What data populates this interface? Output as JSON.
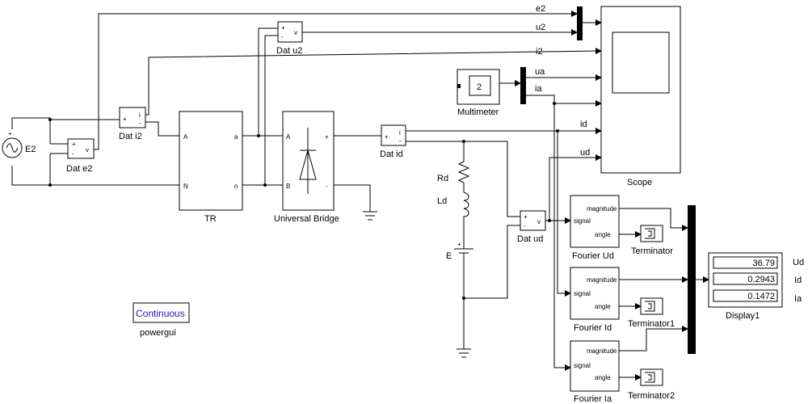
{
  "blocks": {
    "source": {
      "label": "E2"
    },
    "dat_e2": {
      "label": "Dat e2",
      "in_plus": "+",
      "in_minus": "-",
      "out": "v"
    },
    "dat_i2": {
      "label": "Dat i2",
      "in_plus": "+",
      "out_i": "i",
      "out_minus": "-"
    },
    "dat_u2": {
      "label": "Dat u2",
      "in_plus": "+",
      "in_minus": "-",
      "out": "v"
    },
    "transformer": {
      "label": "TR",
      "port_a_in": "A",
      "port_n_in": "N",
      "port_a_out": "a",
      "port_n_out": "n"
    },
    "bridge": {
      "label": "Universal Bridge",
      "port_a": "A",
      "port_b": "B",
      "port_plus": "+",
      "port_minus": "-"
    },
    "dat_id": {
      "label": "Dat id",
      "in_plus": "+",
      "out_i": "i",
      "out_minus": "-"
    },
    "dat_ud": {
      "label": "Dat ud",
      "in_plus": "+",
      "in_minus": "-",
      "out": "v"
    },
    "resistor": {
      "label": "Rd"
    },
    "inductor": {
      "label": "Ld"
    },
    "battery": {
      "label": "E",
      "plus": "+"
    },
    "multimeter": {
      "label": "Multimeter",
      "value": "2"
    },
    "scope": {
      "label": "Scope"
    },
    "powergui": {
      "mode": "Continuous",
      "label": "powergui"
    },
    "fourier_ud": {
      "label": "Fourier Ud",
      "port_magnitude": "magnitude",
      "port_signal": "signal",
      "port_angle": "angle"
    },
    "fourier_id": {
      "label": "Fourier Id",
      "port_magnitude": "magnitude",
      "port_signal": "signal",
      "port_angle": "angle"
    },
    "fourier_ia": {
      "label": "Fourier Ia",
      "port_magnitude": "magnitude",
      "port_signal": "signal",
      "port_angle": "angle"
    },
    "terminator": {
      "label": "Terminator"
    },
    "terminator1": {
      "label": "Terminator1"
    },
    "terminator2": {
      "label": "Terminator2"
    },
    "display": {
      "label": "Display1"
    }
  },
  "signals": {
    "e2": "e2",
    "u2": "u2",
    "i2": "i2",
    "ua": "ua",
    "ia": "ia",
    "id": "id",
    "ud": "ud"
  },
  "display_rows": [
    {
      "value": "36.79",
      "name": "Ud"
    },
    {
      "value": "0.2943",
      "name": "Id"
    },
    {
      "value": "0.1472",
      "name": "Ia"
    }
  ]
}
